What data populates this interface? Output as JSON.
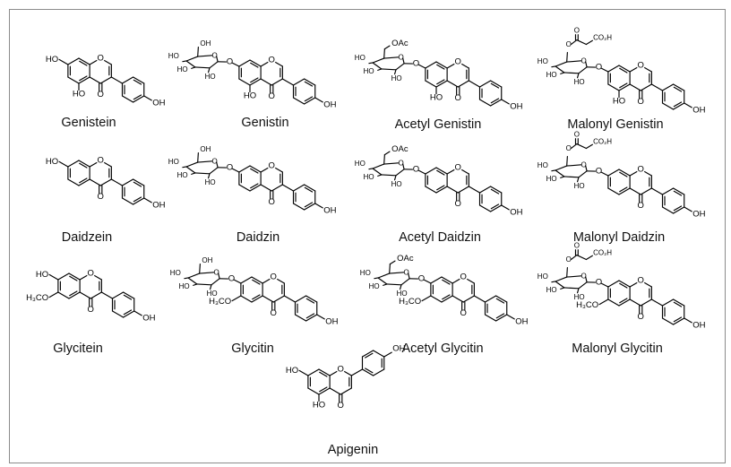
{
  "compounds": [
    {
      "name": "Genistein",
      "kind": "aglycone",
      "r6": "H",
      "ring5": "OH"
    },
    {
      "name": "Genistin",
      "kind": "glucoside",
      "sugar6": "OH",
      "r6": "H",
      "ring5": "OH"
    },
    {
      "name": "Acetyl Genistin",
      "kind": "glucoside",
      "sugar6": "OAc",
      "r6": "H",
      "ring5": "OH"
    },
    {
      "name": "Malonyl Genistin",
      "kind": "glucoside",
      "sugar6": "malonyl",
      "r6": "H",
      "ring5": "OH"
    },
    {
      "name": "Daidzein",
      "kind": "aglycone",
      "r6": "H",
      "ring5": "H"
    },
    {
      "name": "Daidzin",
      "kind": "glucoside",
      "sugar6": "OH",
      "r6": "H",
      "ring5": "H"
    },
    {
      "name": "Acetyl Daidzin",
      "kind": "glucoside",
      "sugar6": "OAc",
      "r6": "H",
      "ring5": "H"
    },
    {
      "name": "Malonyl Daidzin",
      "kind": "glucoside",
      "sugar6": "malonyl",
      "r6": "H",
      "ring5": "H"
    },
    {
      "name": "Glycitein",
      "kind": "aglycone",
      "r6": "OCH3",
      "ring5": "H"
    },
    {
      "name": "Glycitin",
      "kind": "glucoside",
      "sugar6": "OH",
      "r6": "OCH3",
      "ring5": "H"
    },
    {
      "name": "Acetyl Glycitin",
      "kind": "glucoside",
      "sugar6": "OAc",
      "r6": "OCH3",
      "ring5": "H"
    },
    {
      "name": "Malonyl Glycitin",
      "kind": "glucoside",
      "sugar6": "malonyl",
      "r6": "OCH3",
      "ring5": "H"
    },
    {
      "name": "Apigenin",
      "kind": "flavone",
      "r6": "H",
      "ring5": "OH"
    }
  ],
  "atom_labels": {
    "hydroxyl": "OH",
    "hydroxyl_left": "HO",
    "oxygen": "O",
    "acetoxy": "OAc",
    "carboxyl": "CO₂H",
    "methoxy": "H₃CO"
  },
  "colors": {
    "bond": "#000000",
    "frame": "#8c8c8c",
    "text": "#111111"
  }
}
